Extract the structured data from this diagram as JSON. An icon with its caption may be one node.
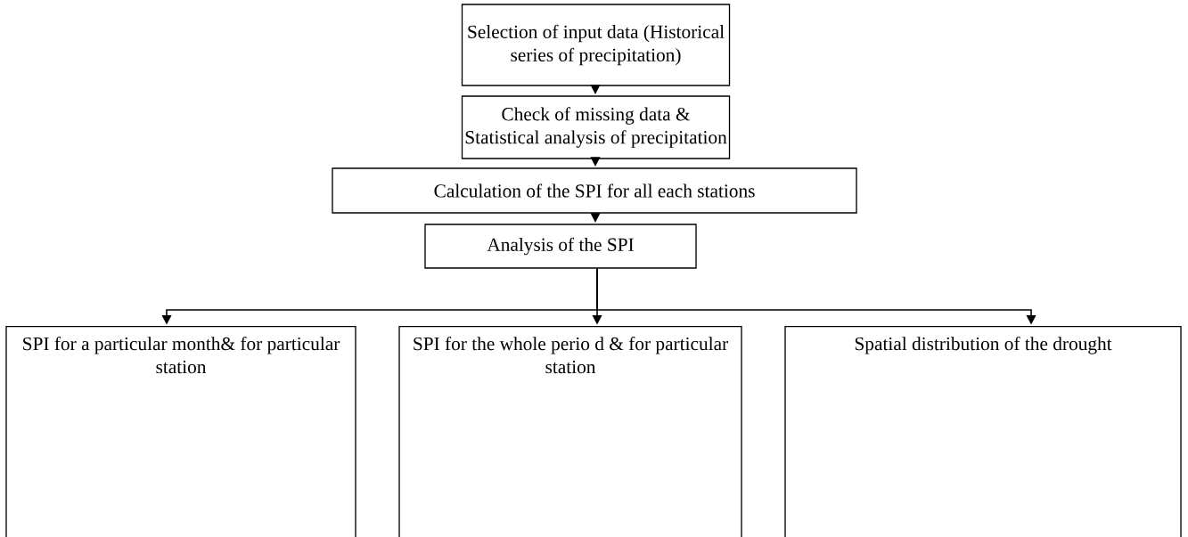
{
  "diagram": {
    "nodes": [
      {
        "text": [
          "Selection of input data (Historical series of precipitation)"
        ]
      },
      {
        "text": [
          "Check of missing data & Statistical analysis of precipitation"
        ]
      },
      {
        "text": [
          "Calculation of the SPI for all each stations"
        ]
      },
      {
        "text": [
          "Analysis of the SPI"
        ]
      },
      {
        "text": [
          "SPI for a particular month& for particular station"
        ]
      },
      {
        "text": [
          "SPI for the whole perio d & for particular station"
        ]
      },
      {
        "text": [
          "Spatial distribution of the drought"
        ]
      }
    ],
    "edges": [
      {
        "from": 0,
        "to": 1,
        "arrow": "to"
      },
      {
        "from": 1,
        "to": 2,
        "arrow": "to"
      },
      {
        "from": 2,
        "to": 3,
        "arrow": "to"
      },
      {
        "from": 3,
        "to": 4,
        "arrow": "to"
      },
      {
        "from": 3,
        "to": 5,
        "arrow": "to"
      },
      {
        "from": 3,
        "to": 6,
        "arrow": "to"
      }
    ]
  }
}
